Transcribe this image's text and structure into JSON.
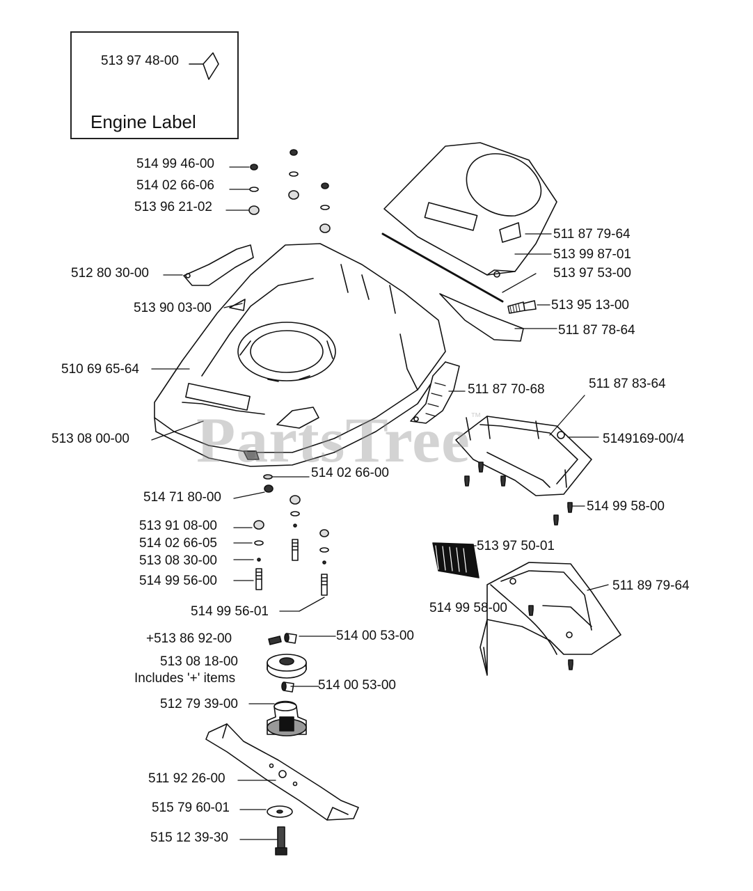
{
  "inset": {
    "part": "513 97 48-00",
    "title": "Engine Label"
  },
  "watermark": {
    "text": "PartsTree",
    "tm": "™"
  },
  "parts": {
    "p01": "514 99 46-00",
    "p02": "514 02 66-06",
    "p03": "513 96 21-02",
    "p04": "512 80 30-00",
    "p05": "513 90 03-00",
    "p06": "510 69 65-64",
    "p07": "513 08 00-00",
    "p08": "514 02 66-00",
    "p09": "514 71 80-00",
    "p10": "513 91 08-00",
    "p11": "514 02 66-05",
    "p12": "513 08 30-00",
    "p13": "514 99 56-00",
    "p14": "514 99 56-01",
    "p15": "+513 86 92-00",
    "p16": "513 08 18-00",
    "p16_note": "Includes '+' items",
    "p17": "514 00 53-00",
    "p18": "514 00 53-00",
    "p19": "512 79 39-00",
    "p20": "511 92 26-00",
    "p21": "515 79 60-01",
    "p22": "515 12 39-30",
    "p23": "511 87 79-64",
    "p24": "513 99 87-01",
    "p25": "513 97 53-00",
    "p26": "513 95 13-00",
    "p27": "511 87 78-64",
    "p28": "511 87 70-68",
    "p29": "511 87 83-64",
    "p30": "5149169-00/4",
    "p31": "514 99 58-00",
    "p32": "513 97 50-01",
    "p33": "511 89 79-64",
    "p34": "514 99 58-00"
  }
}
